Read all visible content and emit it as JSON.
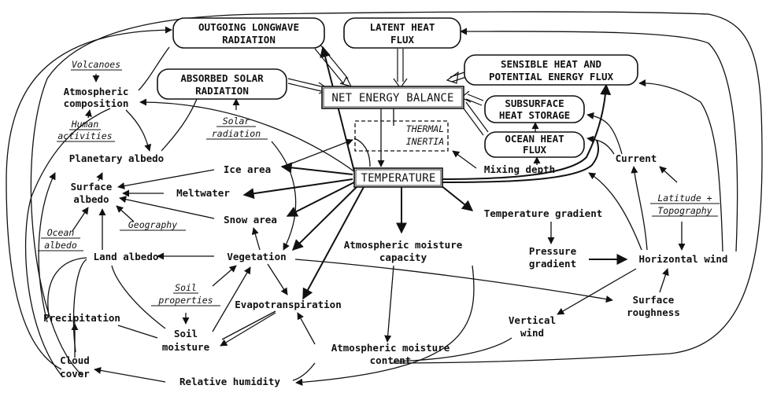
{
  "diagram": {
    "boxes": {
      "outgoing_longwave_line1": "OUTGOING LONGWAVE",
      "outgoing_longwave_line2": "RADIATION",
      "latent_heat_line1": "LATENT HEAT",
      "latent_heat_line2": "FLUX",
      "sensible_heat_line1": "SENSIBLE HEAT AND",
      "sensible_heat_line2": "POTENTIAL ENERGY FLUX",
      "absorbed_solar_line1": "ABSORBED SOLAR",
      "absorbed_solar_line2": "RADIATION",
      "net_energy_balance": "NET ENERGY BALANCE",
      "subsurface_line1": "SUBSURFACE",
      "subsurface_line2": "HEAT STORAGE",
      "ocean_heat_line1": "OCEAN HEAT",
      "ocean_heat_line2": "FLUX",
      "thermal_inertia_line1": "THERMAL",
      "thermal_inertia_line2": "INERTIA",
      "temperature": "TEMPERATURE"
    },
    "nodes": {
      "volcanoes": "Volcanoes",
      "atmospheric_composition_line1": "Atmospheric",
      "atmospheric_composition_line2": "composition",
      "human_activities_line1": "Human",
      "human_activities_line2": "activities",
      "planetary_albedo": "Planetary albedo",
      "solar_radiation_line1": "Solar",
      "solar_radiation_line2": "radiation",
      "ice_area": "Ice area",
      "surface_albedo_line1": "Surface",
      "surface_albedo_line2": "albedo",
      "meltwater": "Meltwater",
      "snow_area": "Snow area",
      "geography": "Geography",
      "ocean_albedo_line1": "Ocean",
      "ocean_albedo_line2": "albedo",
      "land_albedo": "Land albedo",
      "vegetation": "Vegetation",
      "soil_properties_line1": "Soil",
      "soil_properties_line2": "properties",
      "evapotranspiration": "Evapotranspiration",
      "precipitation": "Precipitation",
      "soil_moisture_line1": "Soil",
      "soil_moisture_line2": "moisture",
      "atm_moisture_capacity_line1": "Atmospheric moisture",
      "atm_moisture_capacity_line2": "capacity",
      "atm_moisture_content_line1": "Atmospheric moisture",
      "atm_moisture_content_line2": "content",
      "cloud_cover_line1": "Cloud",
      "cloud_cover_line2": "cover",
      "relative_humidity": "Relative humidity",
      "mixing_depth": "Mixing depth",
      "current": "Current",
      "latitude_topography_line1": "Latitude +",
      "latitude_topography_line2": "Topography",
      "temperature_gradient": "Temperature gradient",
      "pressure_gradient_line1": "Pressure",
      "pressure_gradient_line2": "gradient",
      "horizontal_wind": "Horizontal wind",
      "surface_roughness_line1": "Surface",
      "surface_roughness_line2": "roughness",
      "vertical_wind_line1": "Vertical",
      "vertical_wind_line2": "wind"
    }
  }
}
